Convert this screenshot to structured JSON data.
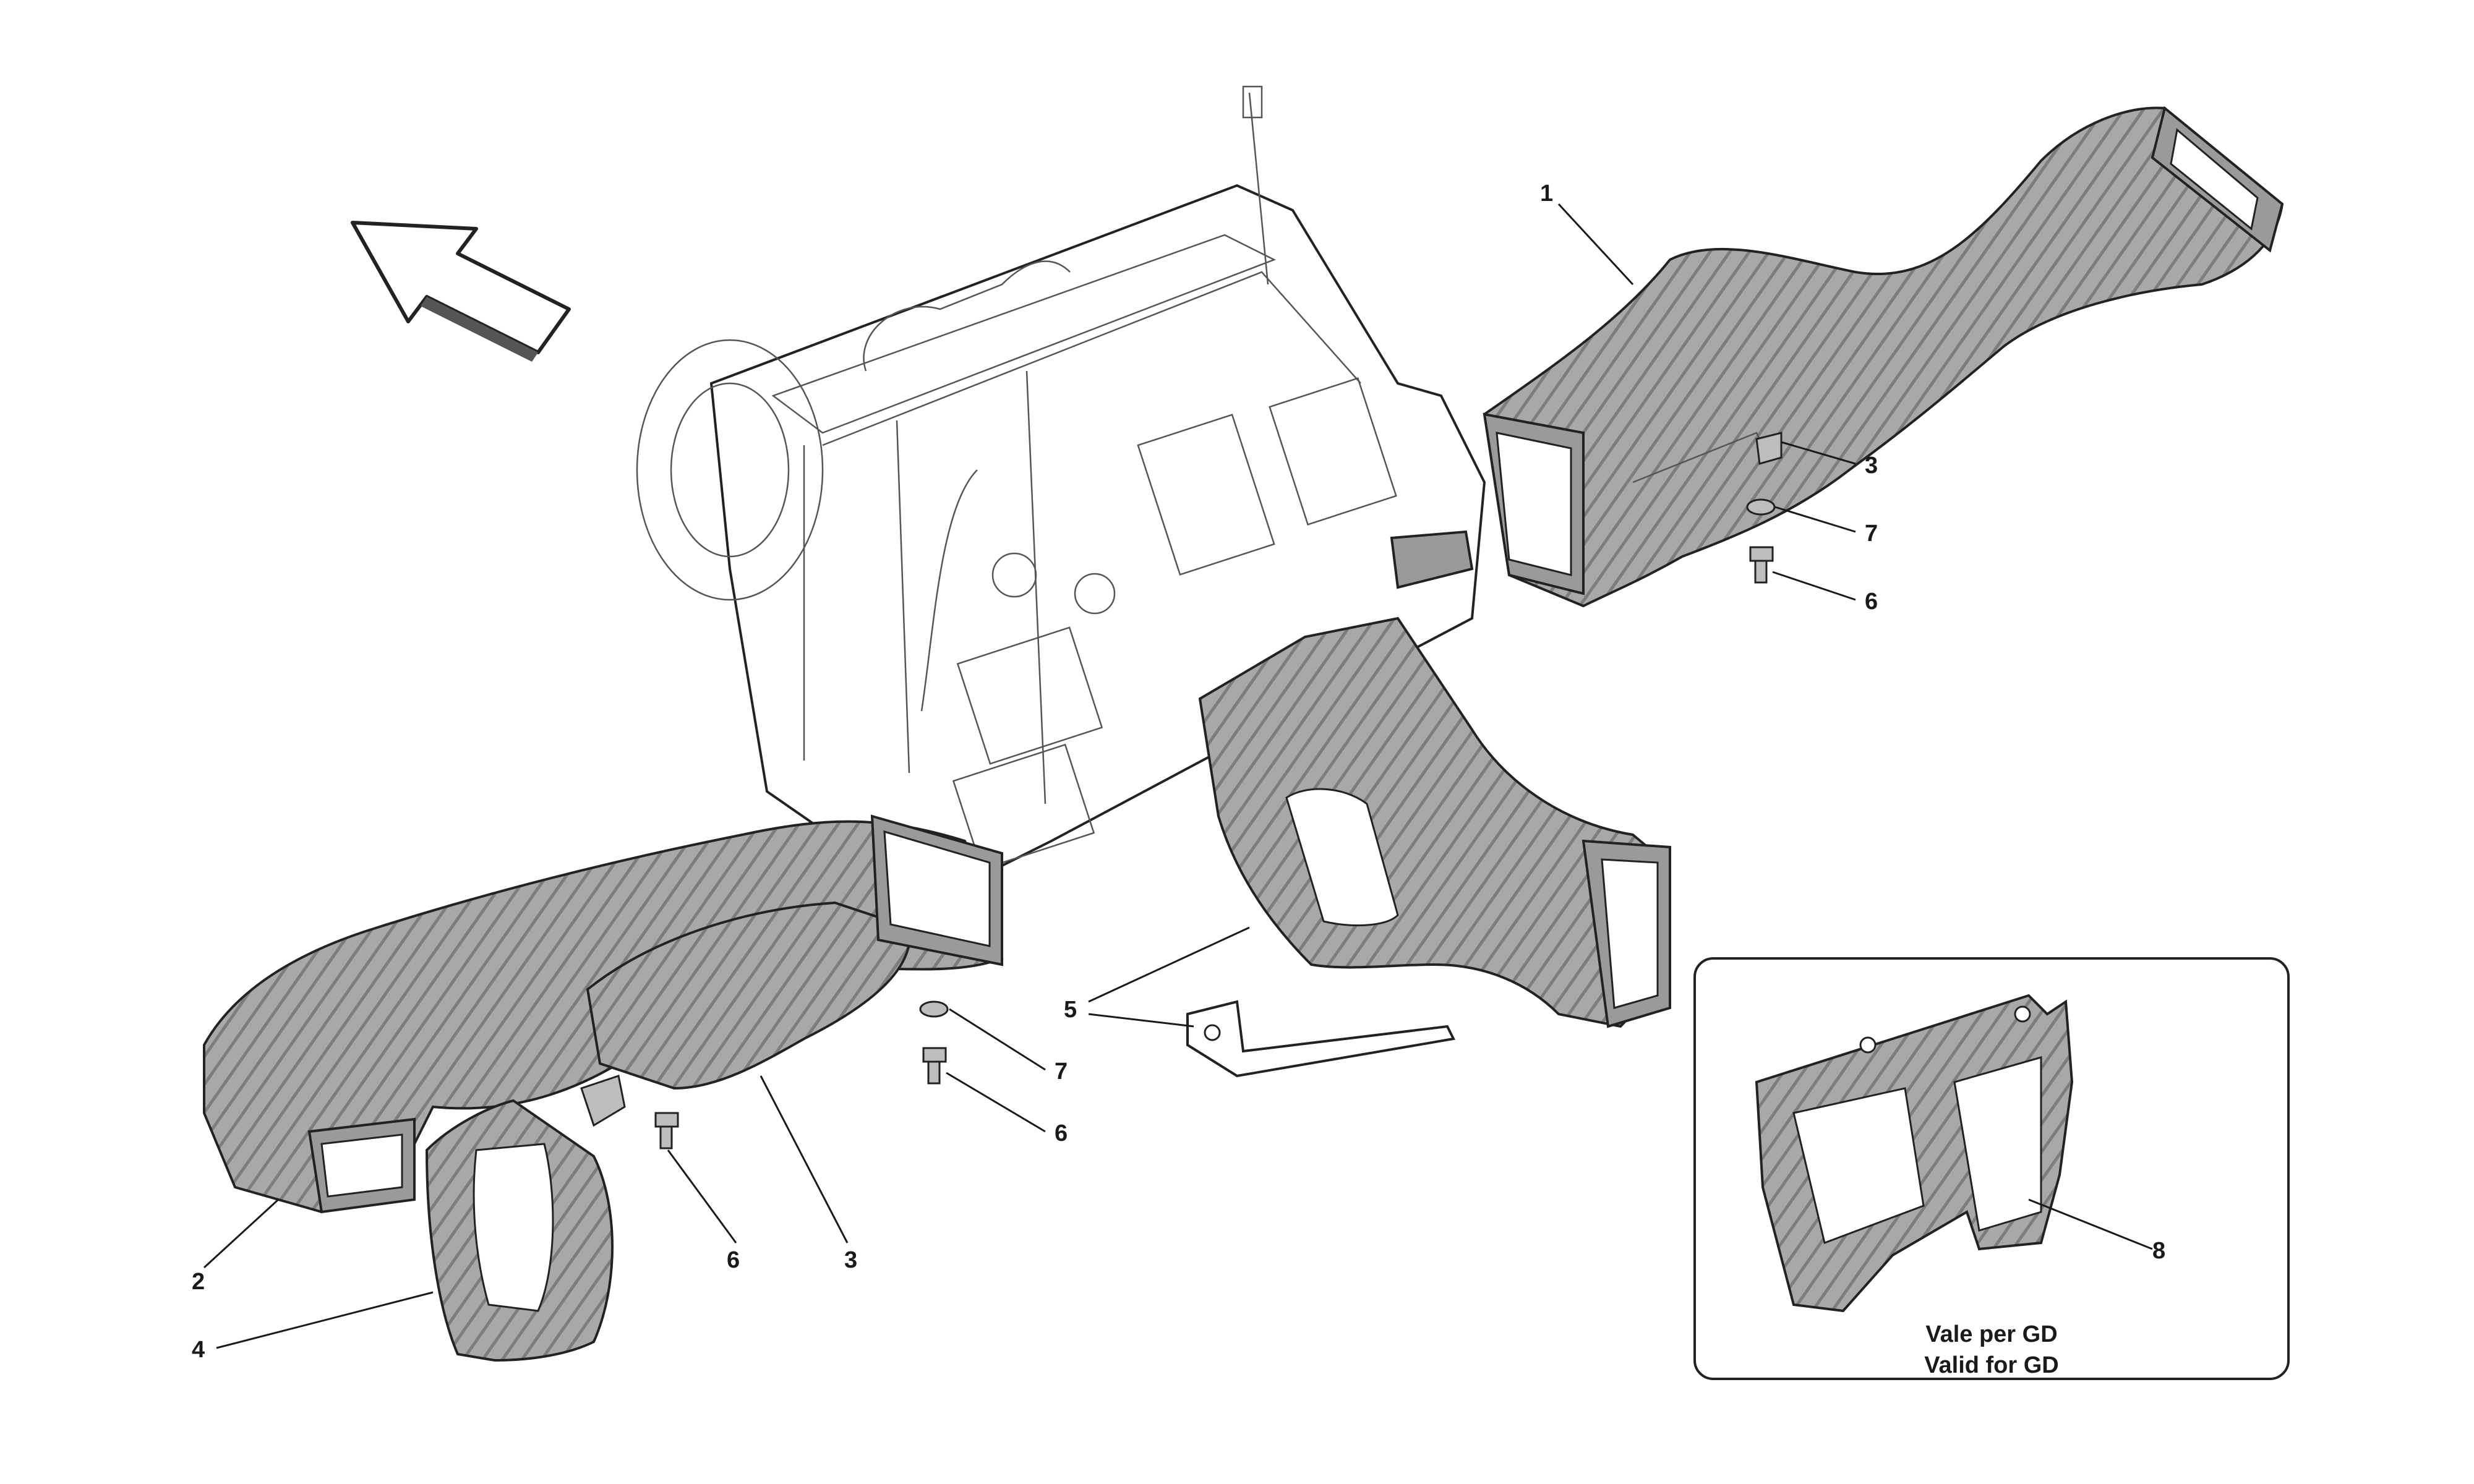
{
  "callouts": [
    {
      "id": "1",
      "text": "1"
    },
    {
      "id": "2",
      "text": "2"
    },
    {
      "id": "3a",
      "text": "3"
    },
    {
      "id": "3b",
      "text": "3"
    },
    {
      "id": "4",
      "text": "4"
    },
    {
      "id": "5",
      "text": "5"
    },
    {
      "id": "6a",
      "text": "6"
    },
    {
      "id": "6b",
      "text": "6"
    },
    {
      "id": "6c",
      "text": "6"
    },
    {
      "id": "7a",
      "text": "7"
    },
    {
      "id": "7b",
      "text": "7"
    },
    {
      "id": "8",
      "text": "8"
    }
  ],
  "inset": {
    "caption_it": "Vale per GD",
    "caption_en": "Valid for GD"
  },
  "colors": {
    "line": "#222222",
    "duct_fill": "#9a9a9a",
    "background": "#ffffff"
  },
  "icons": {
    "direction_arrow": "direction-arrow-icon"
  }
}
